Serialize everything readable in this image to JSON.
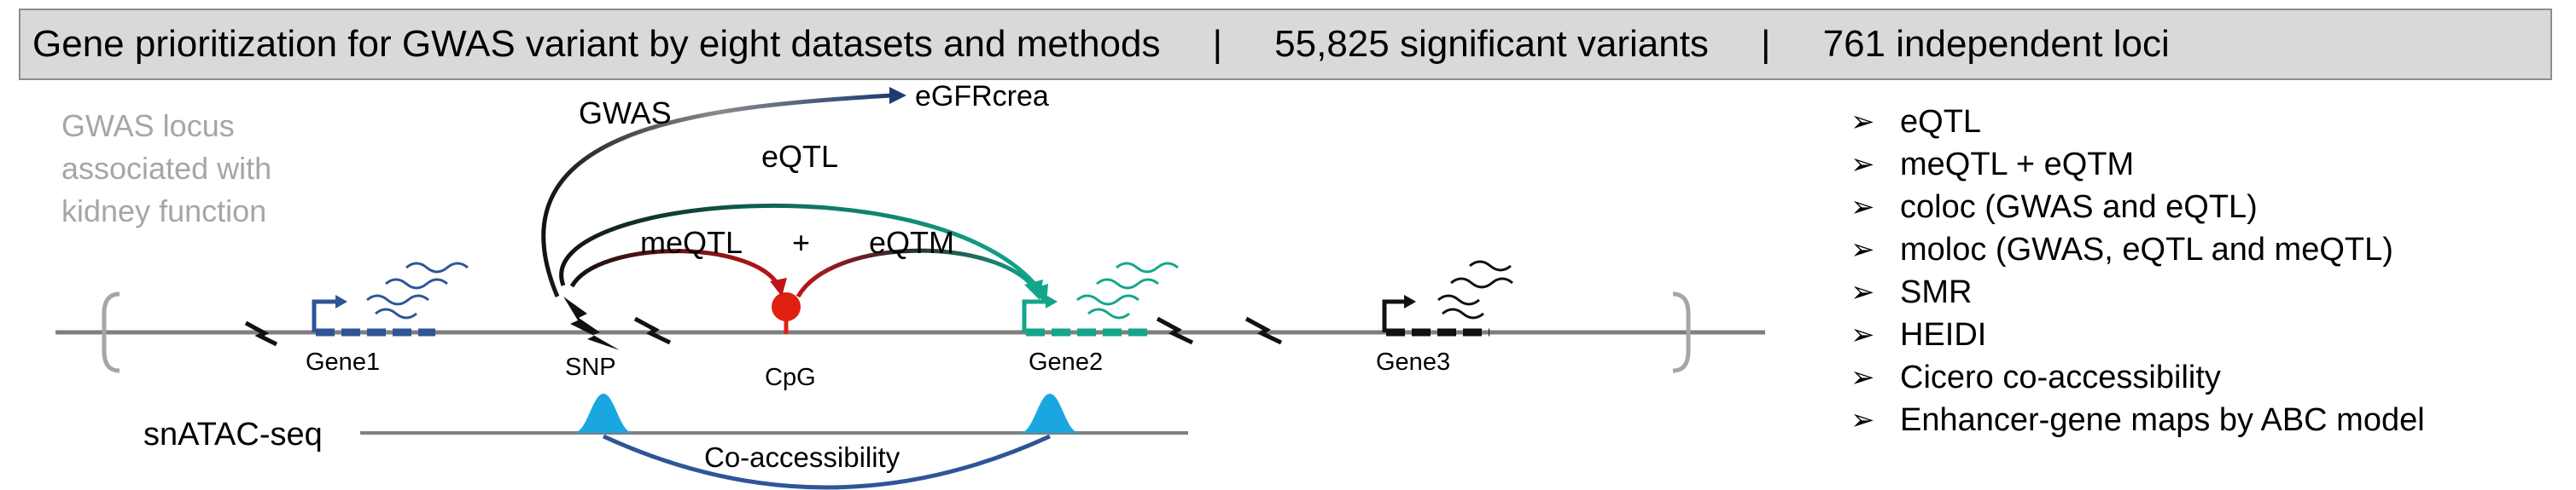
{
  "header": {
    "title": "Gene prioritization for GWAS variant by eight datasets and methods",
    "sep1": "|",
    "variants": "55,825 significant variants",
    "sep2": "|",
    "loci": "761 independent loci"
  },
  "diagram": {
    "locus_note": [
      "GWAS locus",
      "associated with",
      "kidney function"
    ],
    "arrows": {
      "gwas": "GWAS",
      "egfr": "eGFRcrea",
      "eqtl": "eQTL",
      "meqtl": "meQTL",
      "plus": "+",
      "eqtm": "eQTM"
    },
    "labels": {
      "gene1": "Gene1",
      "snp": "SNP",
      "cpg": "CpG",
      "gene2": "Gene2",
      "gene3": "Gene3"
    },
    "atac": {
      "label": "snATAC-seq",
      "coaccess": "Co-accessibility"
    },
    "colors": {
      "gene1": "#2f5597",
      "gene2": "#13a68a",
      "gene3": "#111111",
      "cpg": "#e02010",
      "atac_peak": "#1aa7e0",
      "coaccess_arc": "#2f5597",
      "meqtl_arrow": "#b01515",
      "gwas_arrow": "#1f3b73",
      "bracket": "#a6a6a6"
    }
  },
  "methods": {
    "bullet": "➢",
    "items": [
      "eQTL",
      "meQTL + eQTM",
      "coloc (GWAS and eQTL)",
      "moloc (GWAS, eQTL and meQTL)",
      "SMR",
      "HEIDI",
      "Cicero co-accessibility",
      "Enhancer-gene maps by ABC model"
    ]
  }
}
